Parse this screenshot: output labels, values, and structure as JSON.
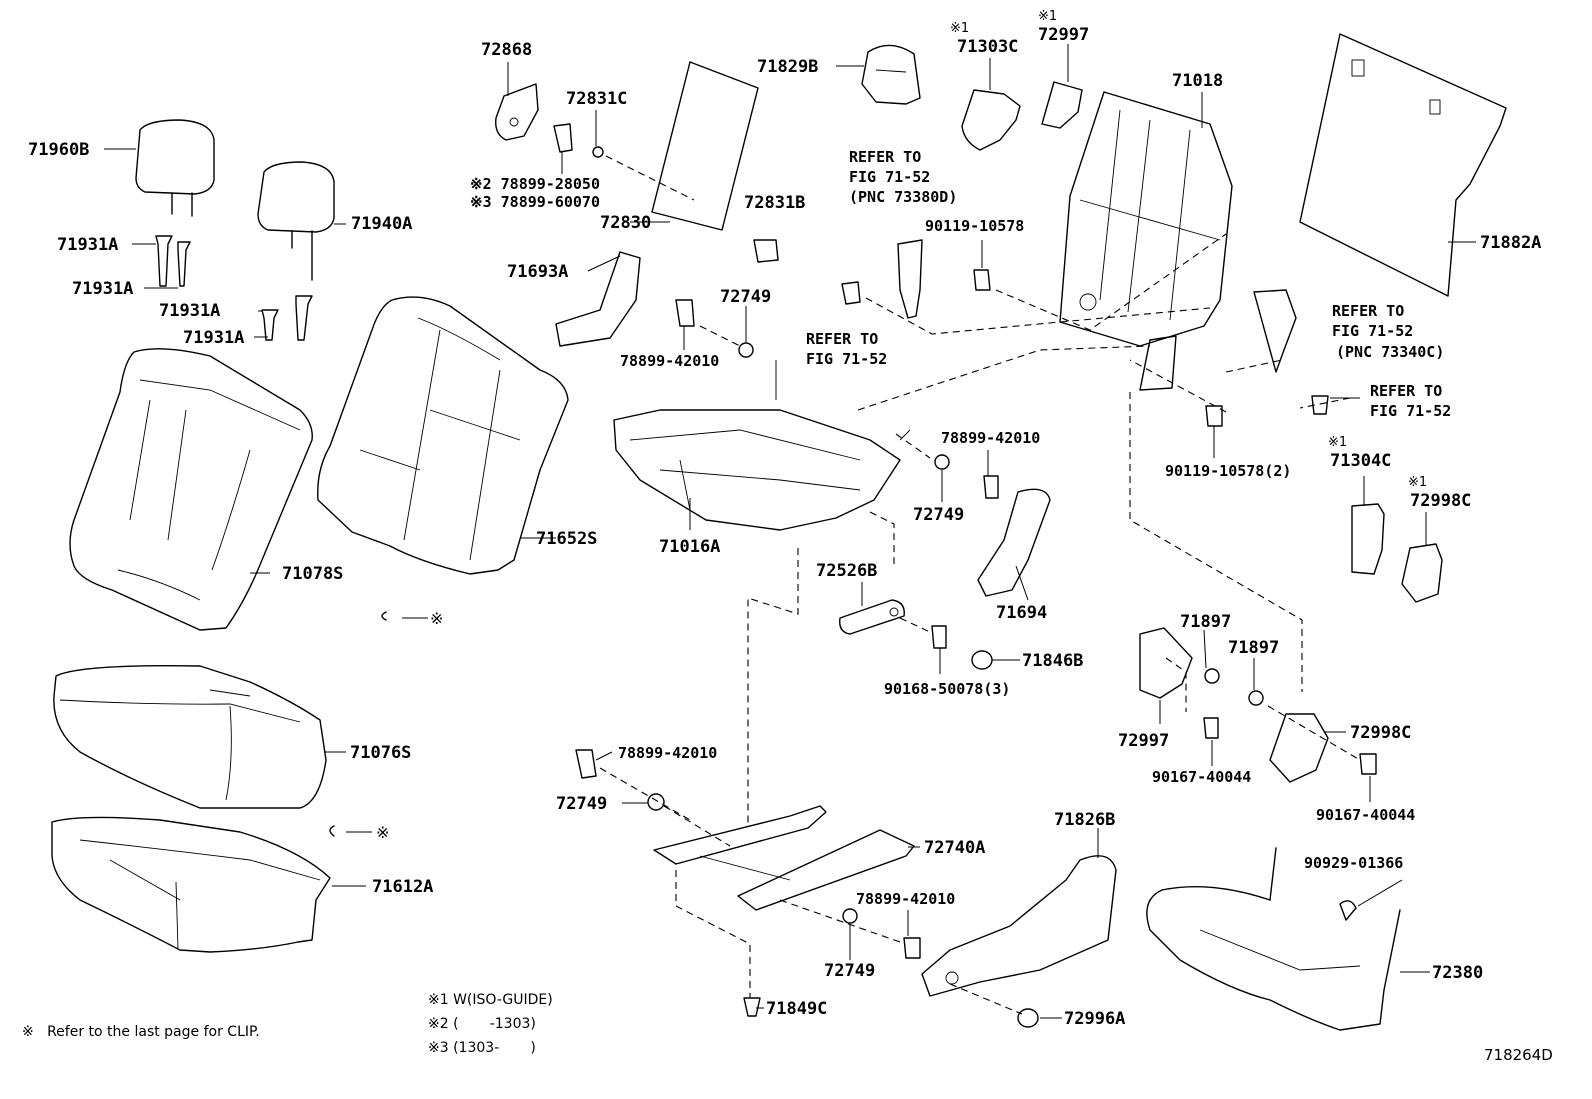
{
  "diagram": {
    "figure_code": "718264D",
    "parts": [
      {
        "id": "p1",
        "text": "72868"
      },
      {
        "id": "p2",
        "text": "72831C"
      },
      {
        "id": "p3",
        "text": "71829B"
      },
      {
        "id": "p4",
        "text": "※1"
      },
      {
        "id": "p5",
        "text": "71303C"
      },
      {
        "id": "p6",
        "text": "※1"
      },
      {
        "id": "p7",
        "text": "72997"
      },
      {
        "id": "p8",
        "text": "71018"
      },
      {
        "id": "p9",
        "text": "71960B"
      },
      {
        "id": "p10",
        "text": "※2 78899-28050"
      },
      {
        "id": "p11",
        "text": "※3 78899-60070"
      },
      {
        "id": "p12",
        "text": "72831B"
      },
      {
        "id": "p13",
        "text": "72830"
      },
      {
        "id": "p14",
        "text": "71940A"
      },
      {
        "id": "p15",
        "text": "71931A"
      },
      {
        "id": "p16",
        "text": "71931A"
      },
      {
        "id": "p17",
        "text": "71931A"
      },
      {
        "id": "p18",
        "text": "71931A"
      },
      {
        "id": "p19",
        "text": "71693A"
      },
      {
        "id": "p20",
        "text": "72749"
      },
      {
        "id": "p21",
        "text": "78899-42010"
      },
      {
        "id": "p22",
        "text": "REFER TO"
      },
      {
        "id": "p23",
        "text": "FIG 71-52"
      },
      {
        "id": "p24",
        "text": "(PNC 73380D)"
      },
      {
        "id": "p25",
        "text": "90119-10578"
      },
      {
        "id": "p26",
        "text": "REFER TO"
      },
      {
        "id": "p27",
        "text": "FIG 71-52"
      },
      {
        "id": "p28",
        "text": "71882A"
      },
      {
        "id": "p29",
        "text": "REFER TO"
      },
      {
        "id": "p30",
        "text": "FIG 71-52"
      },
      {
        "id": "p31",
        "text": "(PNC 73340C)"
      },
      {
        "id": "p32",
        "text": "REFER TO"
      },
      {
        "id": "p33",
        "text": "FIG 71-52"
      },
      {
        "id": "p34",
        "text": "78899-42010"
      },
      {
        "id": "p35",
        "text": "72749"
      },
      {
        "id": "p36",
        "text": "71016A"
      },
      {
        "id": "p37",
        "text": "90119-10578(2)"
      },
      {
        "id": "p38",
        "text": "※1"
      },
      {
        "id": "p39",
        "text": "71304C"
      },
      {
        "id": "p40",
        "text": "※1"
      },
      {
        "id": "p41",
        "text": "72998C"
      },
      {
        "id": "p42",
        "text": "71652S"
      },
      {
        "id": "p43",
        "text": "71078S"
      },
      {
        "id": "p44",
        "text": "72526B"
      },
      {
        "id": "p45",
        "text": "71694"
      },
      {
        "id": "p46",
        "text": "71846B"
      },
      {
        "id": "p47",
        "text": "90168-50078(3)"
      },
      {
        "id": "p48",
        "text": "71897"
      },
      {
        "id": "p49",
        "text": "71897"
      },
      {
        "id": "p50",
        "text": "72998C"
      },
      {
        "id": "p51",
        "text": "72997"
      },
      {
        "id": "p52",
        "text": "90167-40044"
      },
      {
        "id": "p53",
        "text": "90167-40044"
      },
      {
        "id": "p54",
        "text": "71076S"
      },
      {
        "id": "p55",
        "text": "78899-42010"
      },
      {
        "id": "p56",
        "text": "72749"
      },
      {
        "id": "p57",
        "text": "72740A"
      },
      {
        "id": "p58",
        "text": "71826B"
      },
      {
        "id": "p59",
        "text": "90929-01366"
      },
      {
        "id": "p60",
        "text": "71612A"
      },
      {
        "id": "p61",
        "text": "78899-42010"
      },
      {
        "id": "p62",
        "text": "72749"
      },
      {
        "id": "p63",
        "text": "72380"
      },
      {
        "id": "p64",
        "text": "71849C"
      },
      {
        "id": "p65",
        "text": "72996A"
      },
      {
        "id": "p66",
        "text": "※"
      },
      {
        "id": "p67",
        "text": "※"
      }
    ],
    "notes": [
      {
        "id": "n1",
        "text": "※1 W(ISO-GUIDE)"
      },
      {
        "id": "n2",
        "text": "※2 (       -1303)"
      },
      {
        "id": "n3",
        "text": "※3 (1303-       )"
      },
      {
        "id": "n4",
        "text": "※   Refer to the last page for CLIP."
      }
    ]
  }
}
